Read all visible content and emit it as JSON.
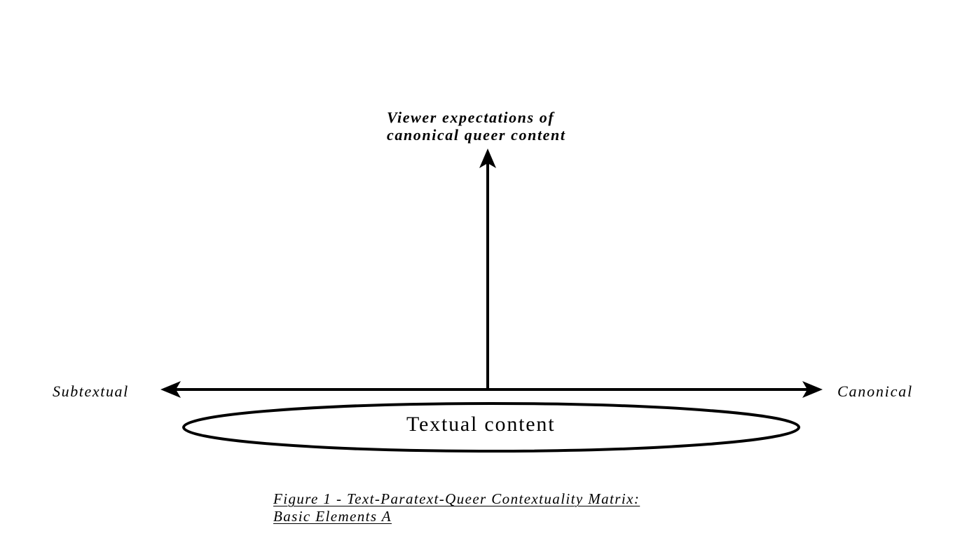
{
  "diagram": {
    "vertical_axis_label": [
      "Viewer expectations of",
      "canonical queer content"
    ],
    "horizontal_axis_left_label": "Subtextual",
    "horizontal_axis_right_label": "Canonical",
    "base_ellipse_label": "Textual content"
  },
  "caption": {
    "line1": "Figure 1 - Text-Paratext-Queer Contextuality Matrix:",
    "line2": "Basic Elements A"
  }
}
